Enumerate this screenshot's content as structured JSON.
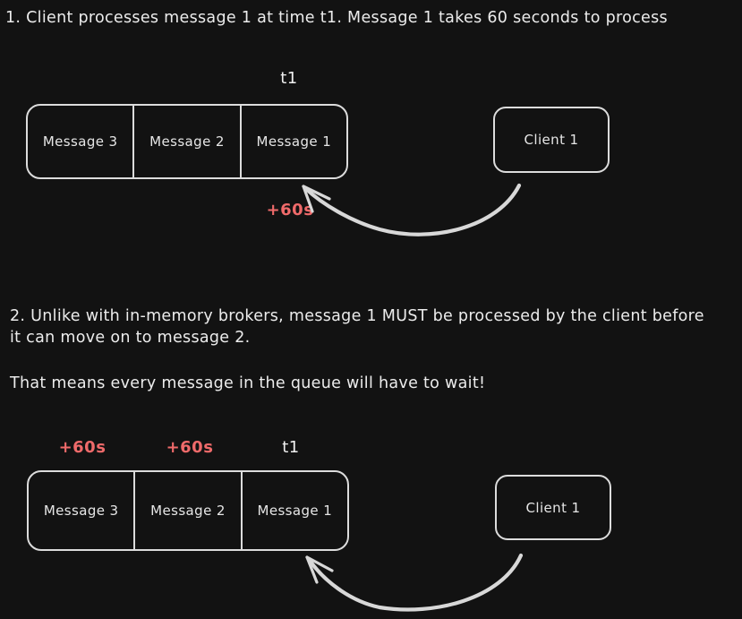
{
  "background_color": "#121212",
  "stroke_color": "#dcdcdc",
  "text_color": "#ececec",
  "accent_red": "#ef6a6a",
  "notes": {
    "step1": "1. Client processes message 1 at time t1. Message 1 takes 60 seconds to process",
    "step2": "2. Unlike with in-memory brokers, message 1 MUST be processed by the client before it can move on to message 2.",
    "step3": "That means every message in the queue will have to wait!"
  },
  "diagram_1": {
    "queue": {
      "cells": [
        {
          "label": "Message 3"
        },
        {
          "label": "Message 2"
        },
        {
          "label": "Message 1"
        }
      ]
    },
    "client": {
      "label": "Client 1"
    },
    "labels": {
      "time_marker": "t1",
      "delay_message_1": "+60s"
    },
    "arrow": {
      "from": "client-1",
      "to": "queue-1-message-1",
      "direction": "right-to-left"
    }
  },
  "diagram_2": {
    "queue": {
      "cells": [
        {
          "label": "Message 3",
          "marker": "+60s",
          "marker_color": "#ef6a6a"
        },
        {
          "label": "Message 2",
          "marker": "+60s",
          "marker_color": "#ef6a6a"
        },
        {
          "label": "Message 1",
          "marker": "t1",
          "marker_color": "#f0f0f0"
        }
      ]
    },
    "client": {
      "label": "Client 1"
    },
    "arrow": {
      "from": "client-2",
      "to": "queue-2-message-1",
      "direction": "right-to-left"
    }
  }
}
